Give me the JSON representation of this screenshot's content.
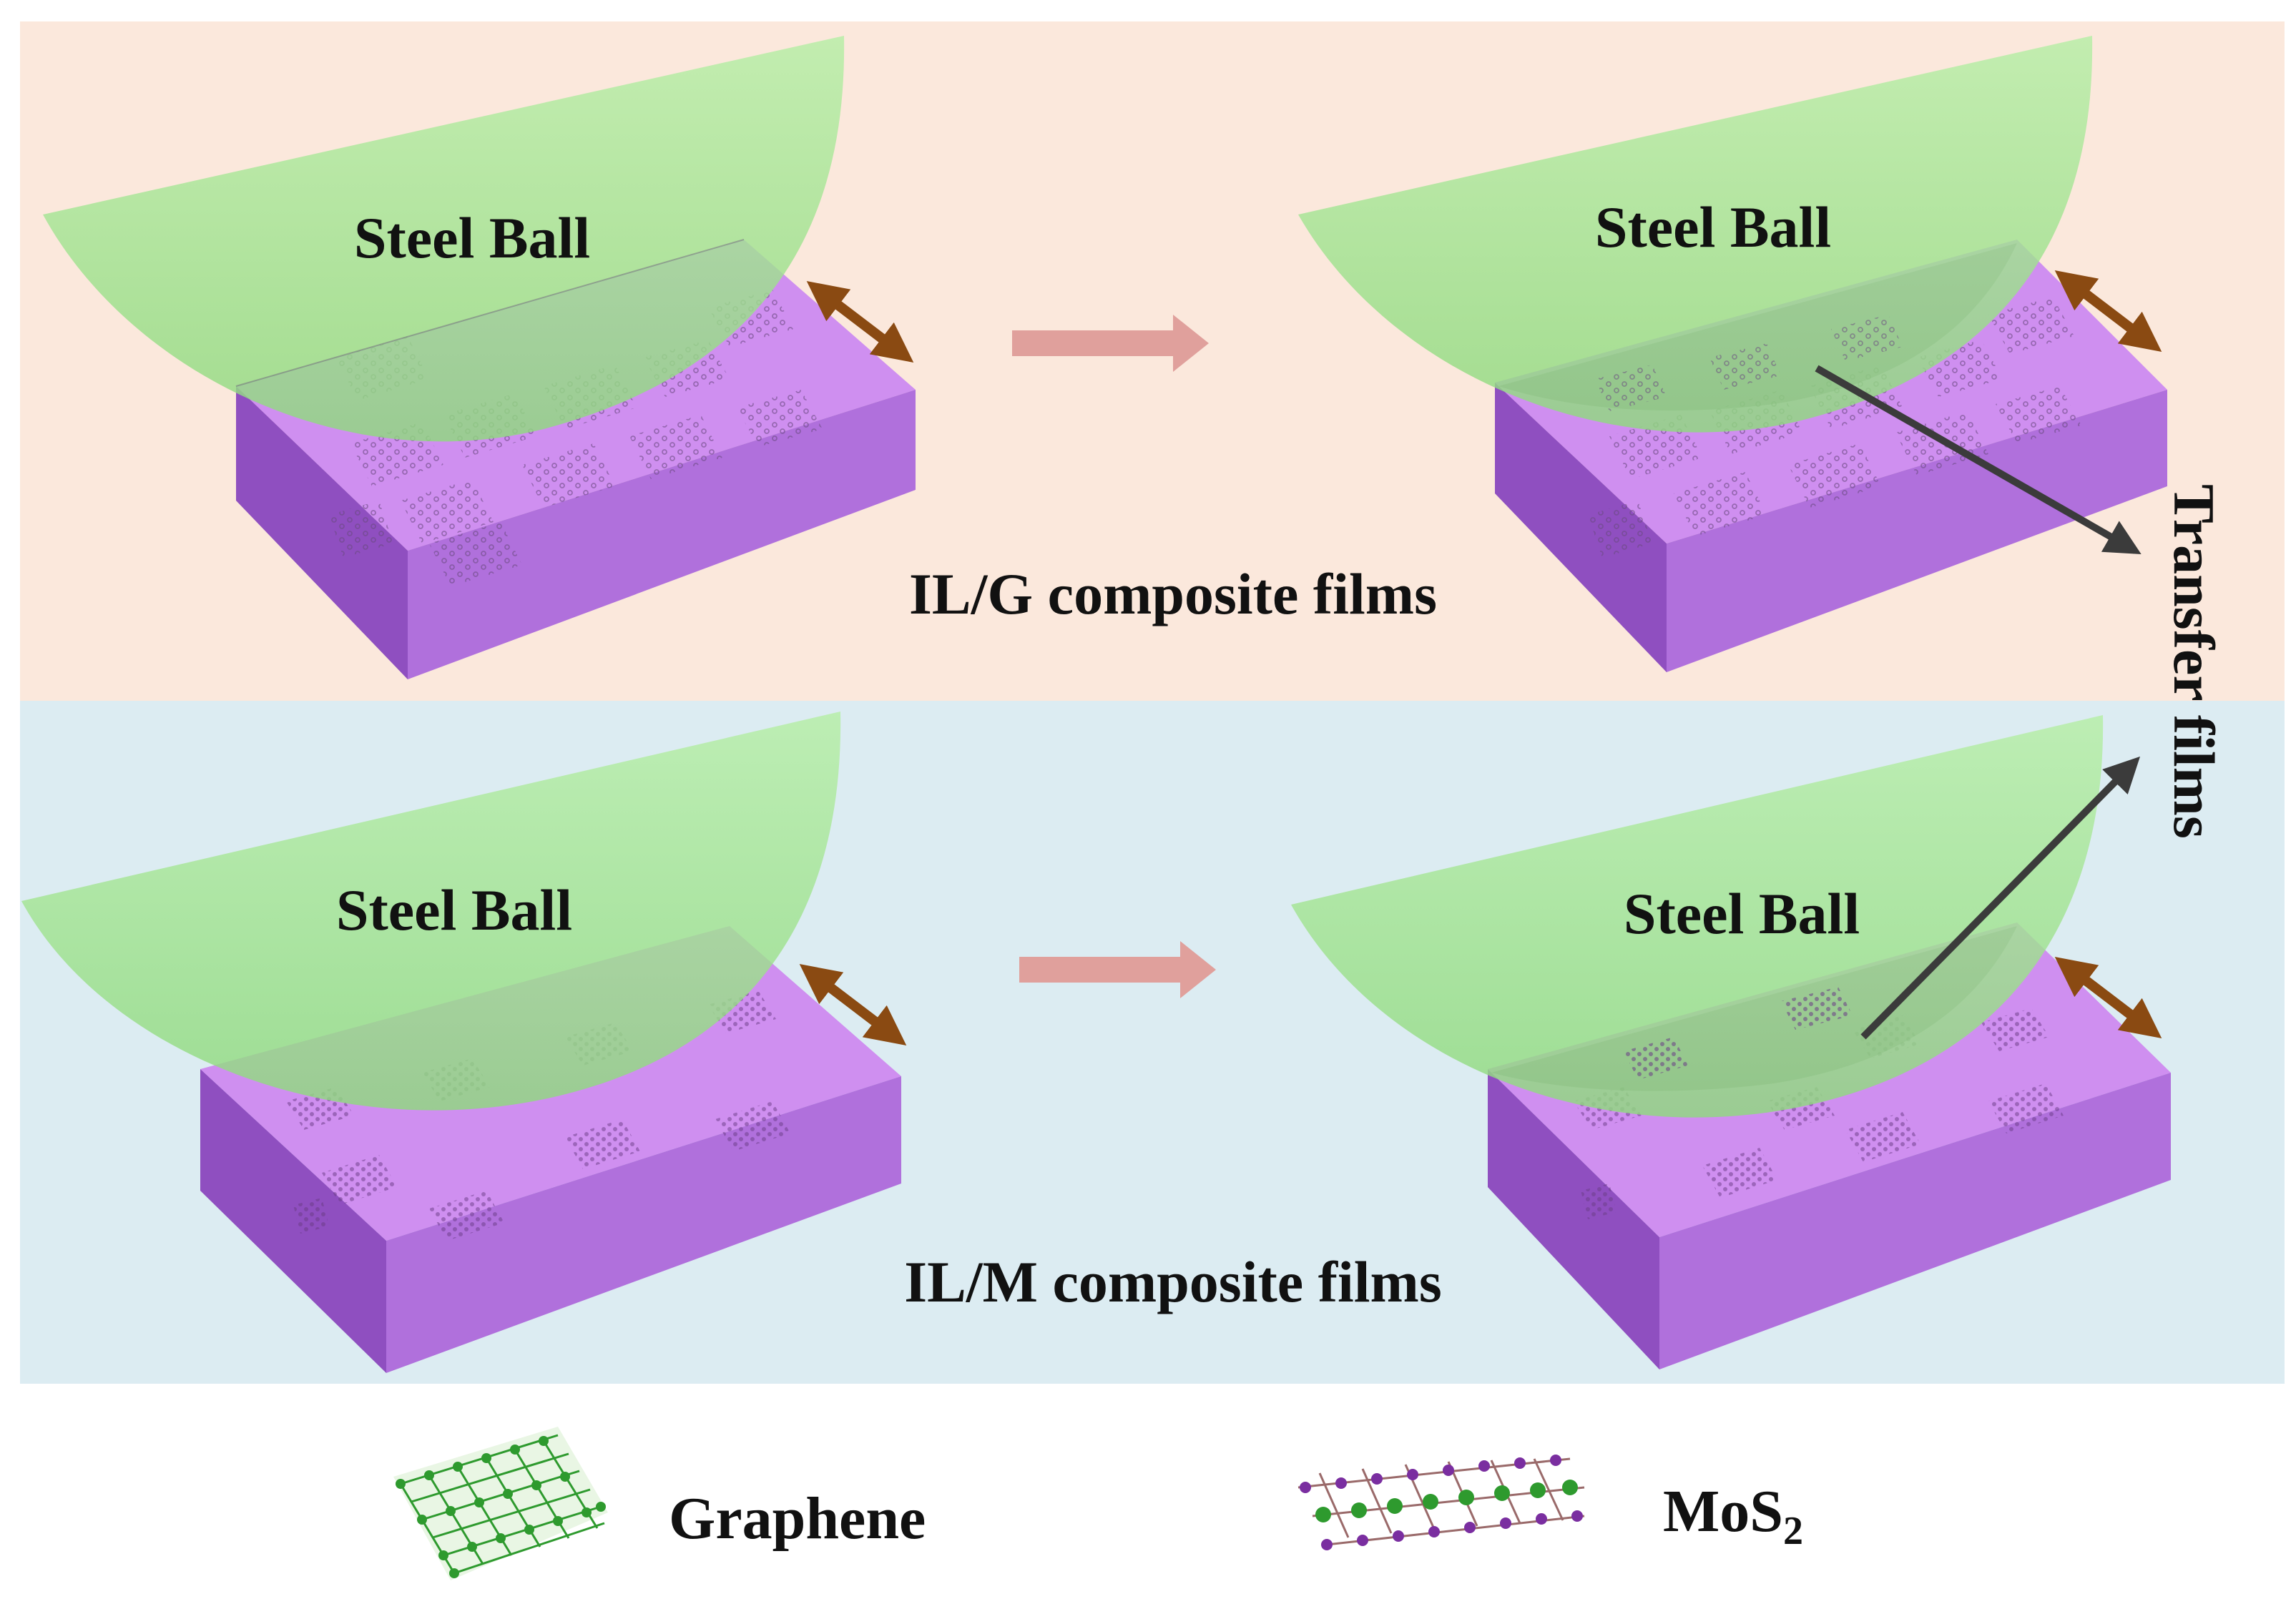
{
  "panels": {
    "top": {
      "caption": "IL/G composite films",
      "left_ball_label": "Steel Ball",
      "right_ball_label": "Steel Ball"
    },
    "bottom": {
      "caption": "IL/M composite films",
      "left_ball_label": "Steel Ball",
      "right_ball_label": "Steel Ball"
    }
  },
  "side_label": "Transfer films",
  "legend": {
    "graphene_label": "Graphene",
    "mos2_label": "MoS",
    "mos2_subscript": "2"
  },
  "colors": {
    "top_background": "#fbe8dc",
    "bottom_background": "#dcecf2",
    "ball": "#9fe38d",
    "block_top": "#cf8ff0",
    "block_front": "#b070dc",
    "block_side": "#8f4fc0",
    "reciprocate_arrow": "#8a4a12",
    "process_arrow": "#e0a09c",
    "transfer_arrow": "#3b3b3b",
    "graphene_atom": "#2e9a2e",
    "mos2_mo": "#2e9a2e",
    "mos2_s": "#7a2ea0"
  }
}
